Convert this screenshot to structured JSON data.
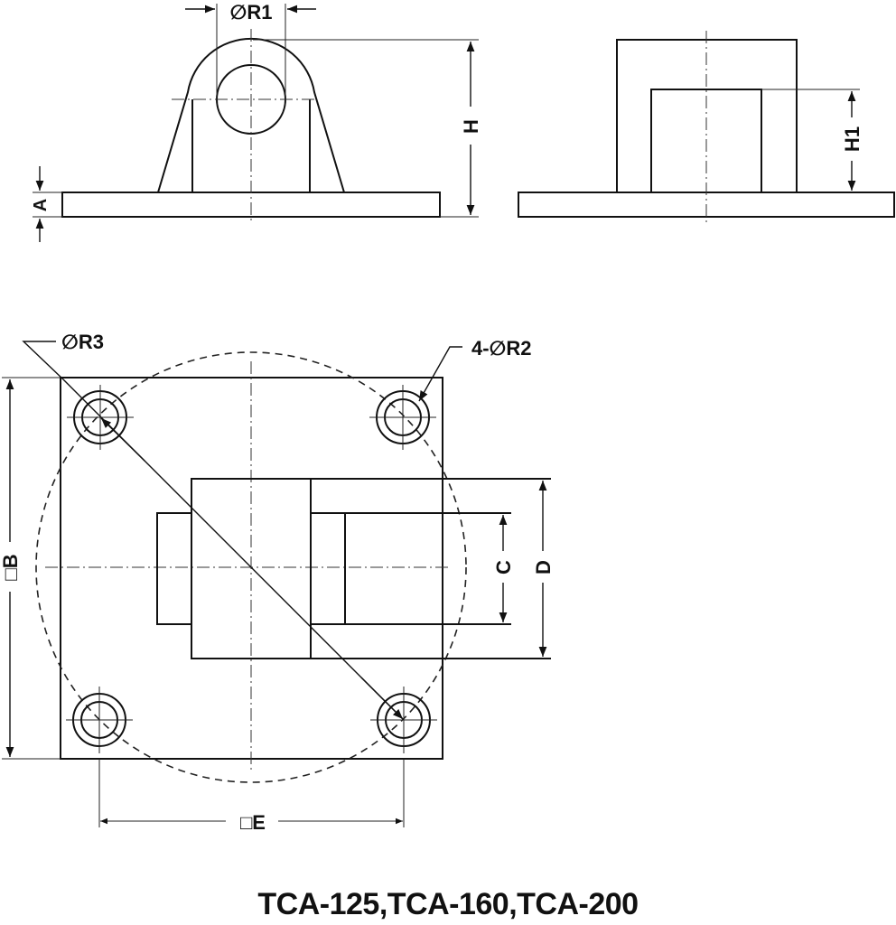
{
  "drawing": {
    "title": "TCA-125,TCA-160,TCA-200",
    "front_view": {
      "labels": {
        "bore_diameter": "∅R1",
        "height": "H",
        "base_thickness": "A"
      }
    },
    "side_view": {
      "labels": {
        "inner_height": "H1"
      }
    },
    "top_view": {
      "labels": {
        "bolt_circle": "∅R3",
        "holes": "4-∅R2",
        "inner_width": "C",
        "outer_width": "D",
        "plate_size": "□B",
        "hole_spacing": "□E"
      }
    }
  }
}
